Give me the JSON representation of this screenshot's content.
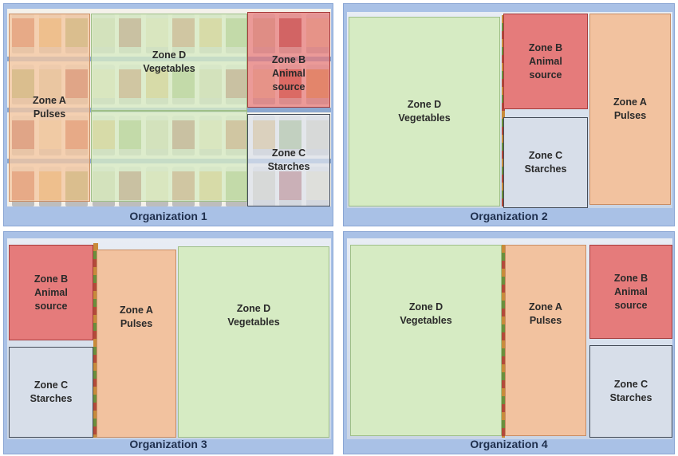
{
  "zones": {
    "a": {
      "name": "Zone A",
      "desc": "Pulses",
      "color": "#f2c29f"
    },
    "b": {
      "name": "Zone B",
      "desc1": "Animal",
      "desc2": "source",
      "color": "#e57b7b"
    },
    "c": {
      "name": "Zone C",
      "desc": "Starches",
      "color": "#d7dee9"
    },
    "d": {
      "name": "Zone D",
      "desc": "Vegetables",
      "color": "#d6ebc3"
    }
  },
  "organizations": [
    {
      "label": "Organization 1"
    },
    {
      "label": "Organization 2"
    },
    {
      "label": "Organization 3"
    },
    {
      "label": "Organization 4"
    }
  ],
  "colors": {
    "frame": "#a9c1e6",
    "caption_text": "#1f2f4d"
  }
}
